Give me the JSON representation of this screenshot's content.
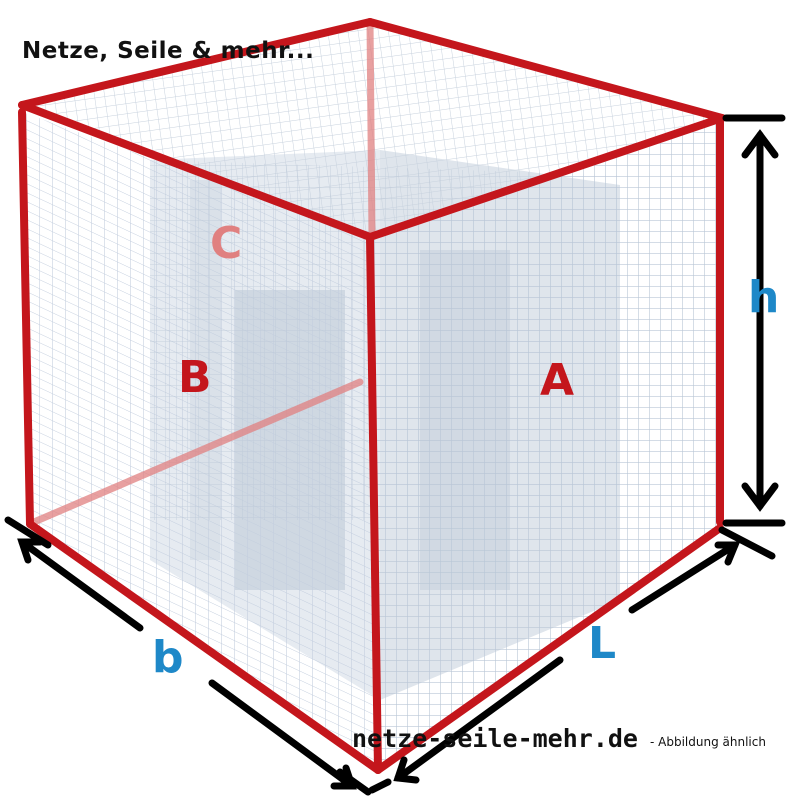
{
  "header": {
    "brand": "Netze, Seile & mehr..."
  },
  "faces": {
    "a": "A",
    "b": "B",
    "c": "C"
  },
  "dimensions": {
    "height": "h",
    "width": "b",
    "length": "L"
  },
  "footer": {
    "website": "netze-seile-mehr.de",
    "caption": "- Abbildung ähnlich"
  },
  "colors": {
    "frame": "#c4161c",
    "hidden_edge": "#e08080",
    "dimension_text": "#1e88c8",
    "arrow": "#000000",
    "mesh": "#b9c6d6",
    "inner_shade": "#c9d3df"
  }
}
